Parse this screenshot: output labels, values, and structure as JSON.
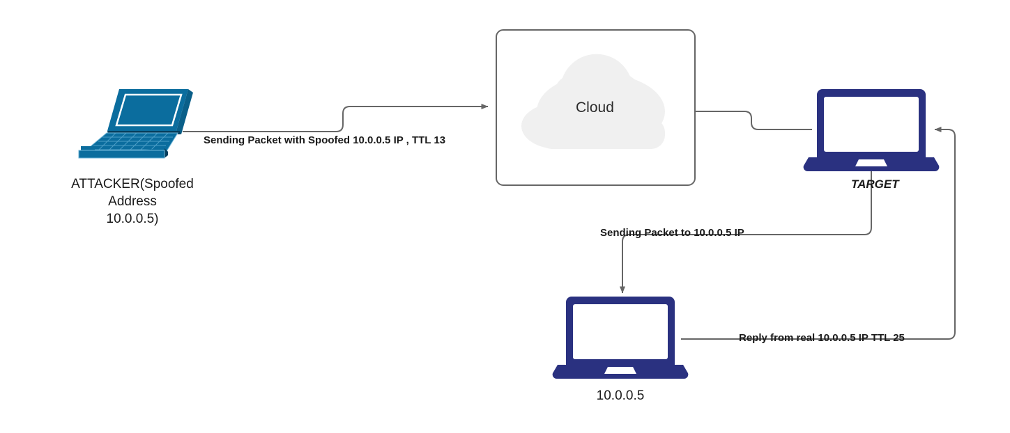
{
  "diagram": {
    "title": "IP Spoofing / TTL Reflection Network Diagram",
    "background_color": "#ffffff",
    "line_color": "#666666",
    "nodes": [
      {
        "id": "attacker",
        "icon": "isometric-laptop-icon",
        "color": "#0b6d9e",
        "label": "ATTACKER(Spoofed\nAddress\n10.0.0.5)"
      },
      {
        "id": "cloud",
        "icon": "cloud-icon",
        "color": "#f0f0f0",
        "border_color": "#666666",
        "label": "Cloud"
      },
      {
        "id": "target",
        "icon": "laptop-icon",
        "color": "#2a3180",
        "label": "TARGET"
      },
      {
        "id": "victim",
        "icon": "laptop-icon",
        "color": "#2a3180",
        "label": "10.0.0.5"
      }
    ],
    "edges": [
      {
        "id": "attacker-to-cloud",
        "from": "attacker",
        "to": "cloud",
        "label": "Sending Packet with Spoofed 10.0.0.5 IP , TTL 13",
        "arrow": true
      },
      {
        "id": "cloud-to-target",
        "from": "cloud",
        "to": "target",
        "label": "",
        "arrow": false
      },
      {
        "id": "target-to-victim",
        "from": "target",
        "to": "victim",
        "label": "Sending Packet to 10.0.0.5 IP",
        "arrow": true
      },
      {
        "id": "victim-to-target",
        "from": "victim",
        "to": "target",
        "label": "Reply from real 10.0.0.5 IP TTL 25",
        "arrow": true
      }
    ]
  }
}
